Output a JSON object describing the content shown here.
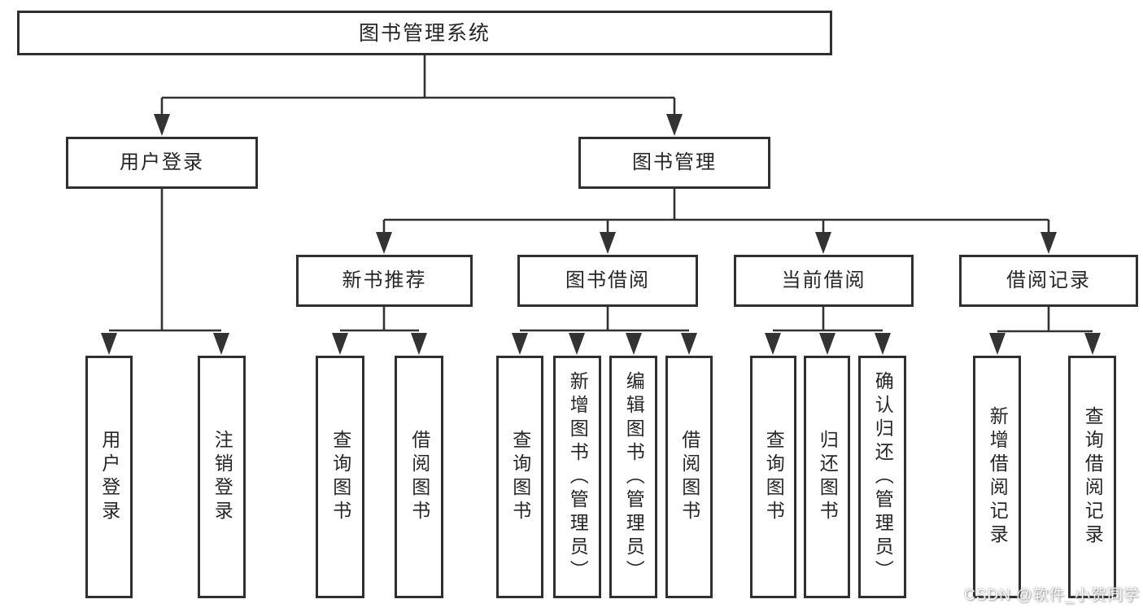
{
  "diagram": {
    "type": "hierarchy-tree",
    "title": "图书管理系统"
  },
  "tree": {
    "label": "图书管理系统",
    "children": [
      {
        "label": "用户登录",
        "children": [
          {
            "label": "用户登录"
          },
          {
            "label": "注销登录"
          }
        ]
      },
      {
        "label": "图书管理",
        "children": [
          {
            "label": "新书推荐",
            "children": [
              {
                "label": "查询图书"
              },
              {
                "label": "借阅图书"
              }
            ]
          },
          {
            "label": "图书借阅",
            "children": [
              {
                "label": "查询图书"
              },
              {
                "label": "新增图书（管理员）"
              },
              {
                "label": "编辑图书（管理员）"
              },
              {
                "label": "借阅图书"
              }
            ]
          },
          {
            "label": "当前借阅",
            "children": [
              {
                "label": "查询图书"
              },
              {
                "label": "归还图书"
              },
              {
                "label": "确认归还（管理员）"
              }
            ]
          },
          {
            "label": "借阅记录",
            "children": [
              {
                "label": "新增借阅记录"
              },
              {
                "label": "查询借阅记录"
              }
            ]
          }
        ]
      }
    ]
  },
  "watermark": {
    "text": "CSDN @软件_小贺同学"
  },
  "colors": {
    "background": "#ffffff",
    "box_border": "#303030",
    "line": "#333333",
    "text": "#262626",
    "watermark": "#fafafa"
  }
}
